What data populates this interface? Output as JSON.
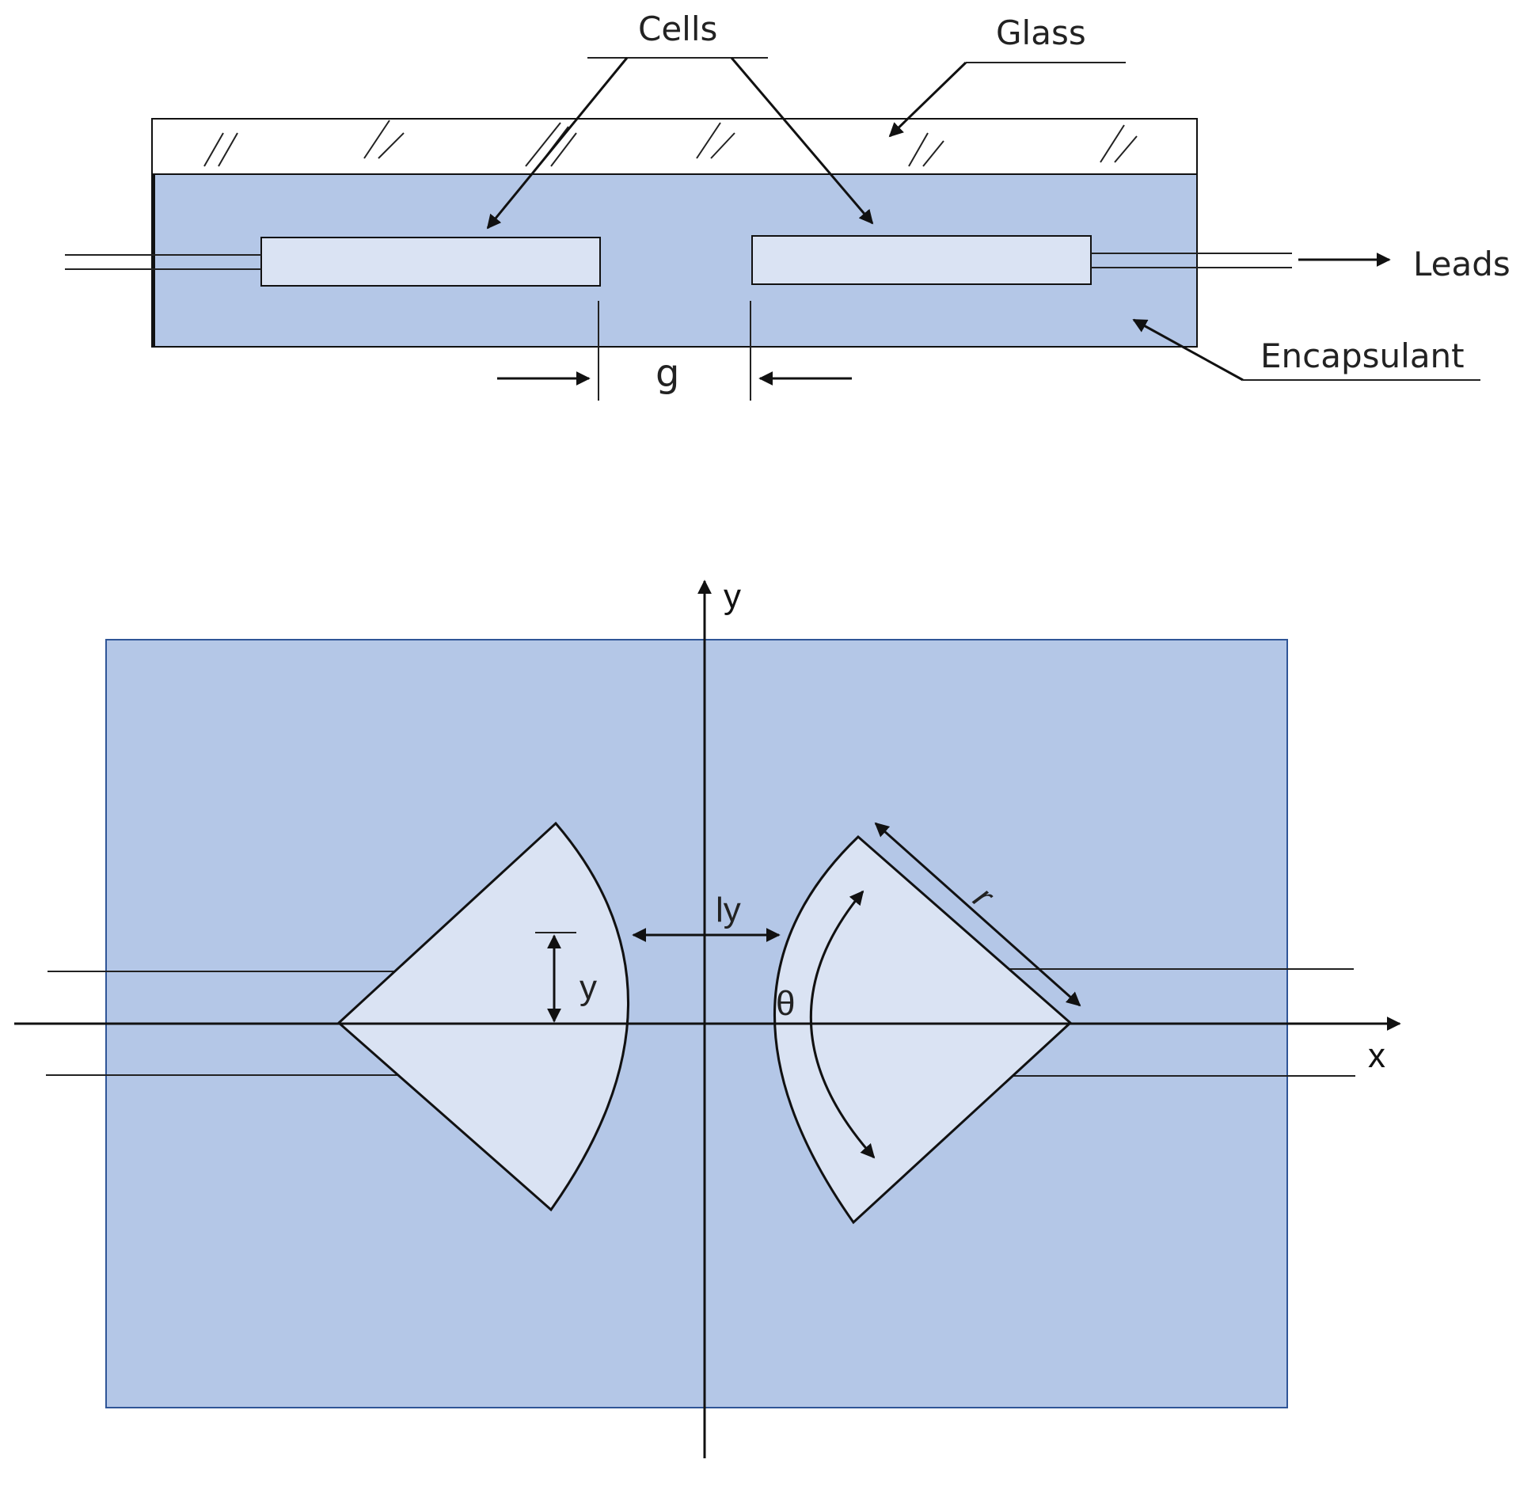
{
  "top_section": {
    "labels": {
      "cells": "Cells",
      "glass": "Glass",
      "leads": "Leads",
      "encapsulant": "Encapsulant",
      "gap": "g"
    }
  },
  "bottom_section": {
    "axis_labels": {
      "x": "x",
      "y": "y"
    },
    "symbols": {
      "ly": "ly",
      "y_offset": "y",
      "theta": "θ",
      "radius": "r"
    }
  },
  "colors": {
    "encapsulant": "#b4c7e7",
    "cell": "#dae3f3",
    "glass": "#ffffff",
    "frame_border": "#2f5597",
    "line": "#111111"
  }
}
